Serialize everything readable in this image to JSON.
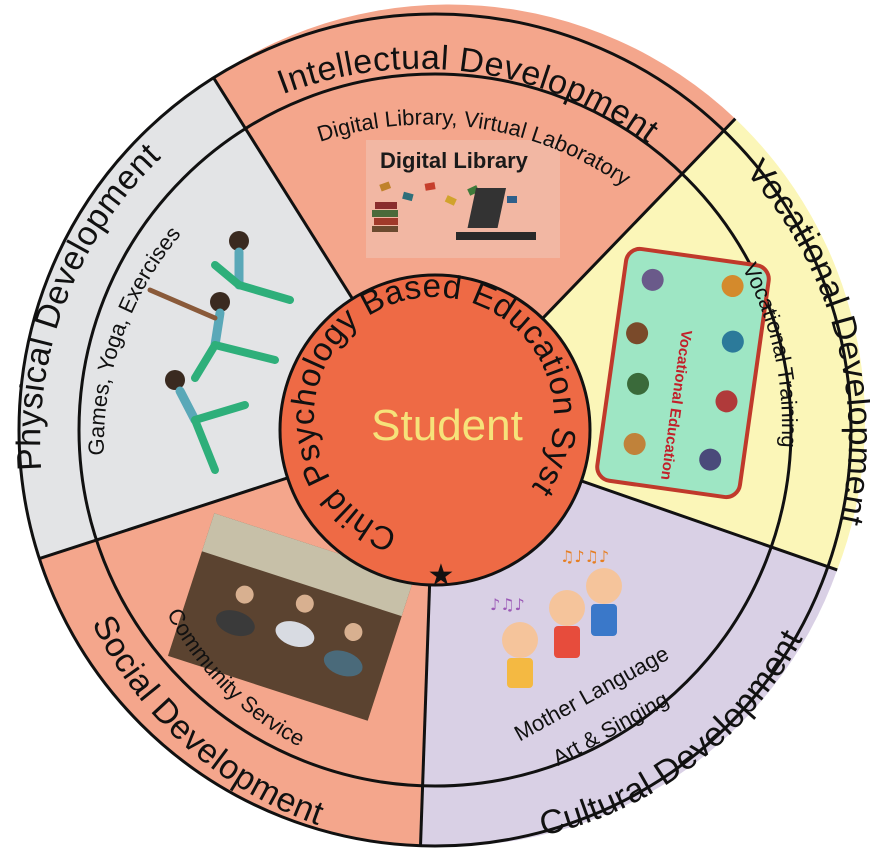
{
  "colors": {
    "intellectual": "#f4a68c",
    "vocational": "#fbf6b8",
    "cultural": "#d9d0e5",
    "social": "#f4a68c",
    "physical": "#e3e4e6",
    "core": "#ee6a45",
    "center_text": "#f6e27a",
    "line": "#111111"
  },
  "center": {
    "label": "Student",
    "ring_text": "Child Psychology Based Education System",
    "star": "★"
  },
  "sectors": [
    {
      "key": "intellectual",
      "title": "Intellectual Development",
      "subtitle": "Digital Library, Virtual Laboratory",
      "image": "digital-library-illustration",
      "image_caption": "Digital Library"
    },
    {
      "key": "vocational",
      "title": "Vocational Development",
      "subtitle": "Vocational Training",
      "image": "vocational-education-illustration",
      "image_caption": "Vocational Education"
    },
    {
      "key": "cultural",
      "title": "Cultural Development",
      "subtitle_line1": "Mother Language",
      "subtitle_line2": "Art & Singing",
      "image": "singing-children-illustration"
    },
    {
      "key": "social",
      "title": "Social Development",
      "subtitle": "Community Service",
      "image": "community-service-photo"
    },
    {
      "key": "physical",
      "title": "Physical Development",
      "subtitle": "Games, Yoga, Exercises",
      "image": "yoga-exercise-photo"
    }
  ]
}
